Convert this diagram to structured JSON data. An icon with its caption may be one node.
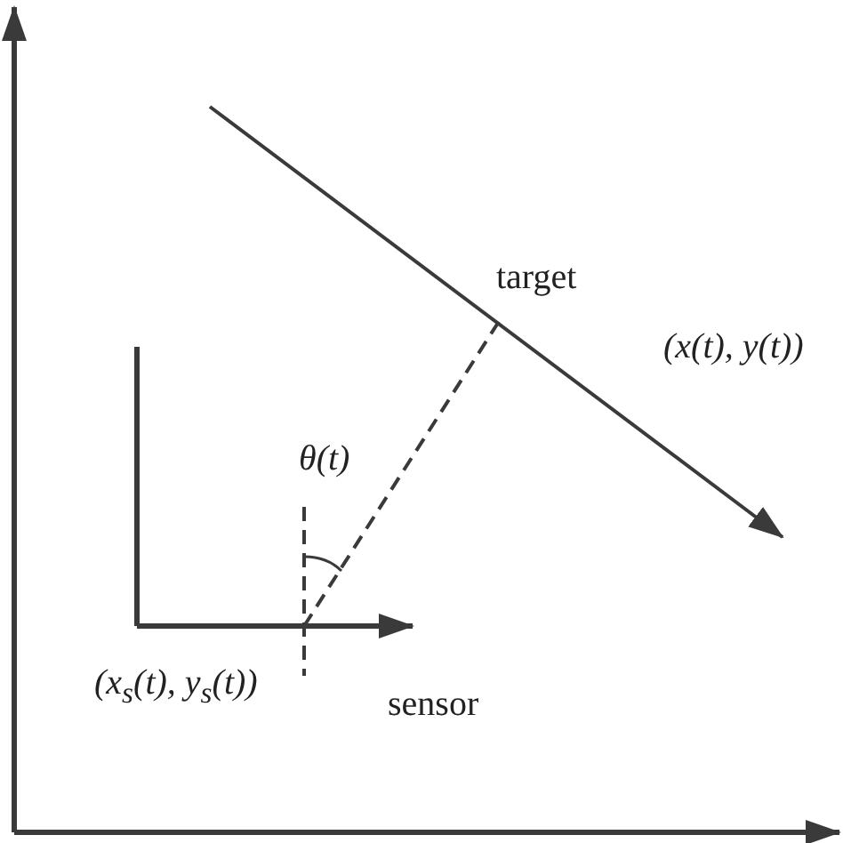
{
  "diagram": {
    "nodes": [
      {
        "text": [
          "target",
          "(x(t), y(t))"
        ]
      },
      {
        "text": [
          "(x$_{s}$(t), y$_{s}$(t))"
        ],
        "beside": [
          "sensor"
        ]
      }
    ],
    "edges": [
      {
        "from": 1,
        "to": 0,
        "arrow": "none",
        "style": "dashed"
      }
    ],
    "labels": [
      "θ(t)"
    ]
  }
}
